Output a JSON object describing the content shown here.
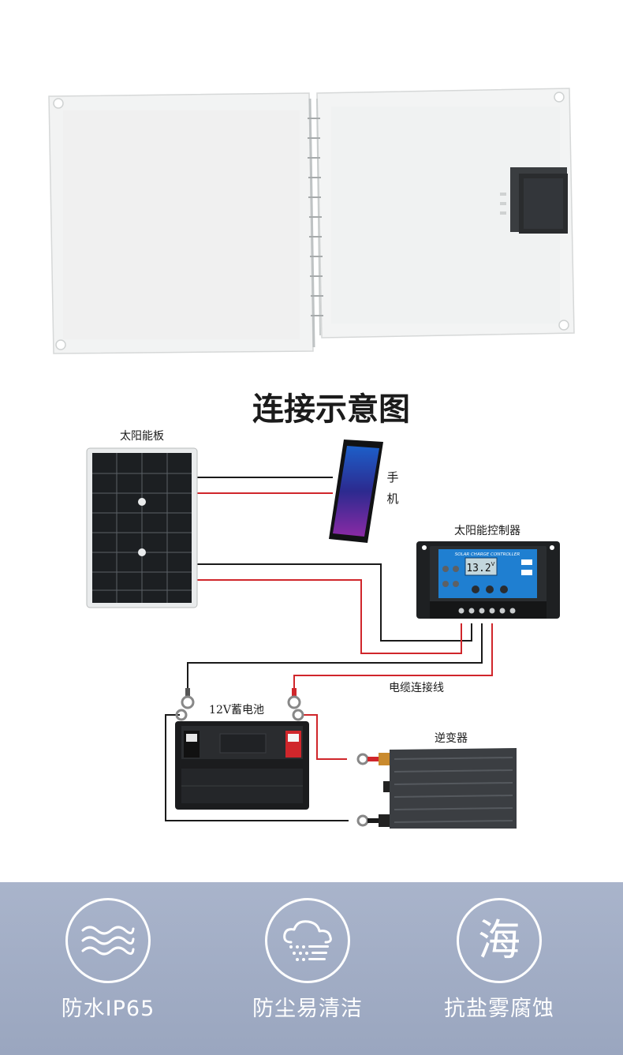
{
  "title": "连接示意图",
  "labels": {
    "solar_panel": "太阳能板",
    "phone_line1": "手",
    "phone_line2": "机",
    "controller": "太阳能控制器",
    "controller_screen_header": "SOLAR CHARGE CONTROLLER",
    "controller_display": "13.2",
    "controller_display_unit": "V",
    "cable": "电缆连接线",
    "battery": "12V蓄电池",
    "inverter": "逆变器"
  },
  "features": [
    {
      "icon": "water-waves-icon",
      "label": "防水IP65"
    },
    {
      "icon": "dust-cloud-icon",
      "label": "防尘易清洁"
    },
    {
      "icon": "sea-character-icon",
      "glyph": "海",
      "label": "抗盐雾腐蚀"
    }
  ],
  "colors": {
    "positive_wire": "#d0262b",
    "negative_wire": "#1a1a1a",
    "feature_band": "#a3aec6",
    "controller_blue": "#1f7fd1"
  }
}
